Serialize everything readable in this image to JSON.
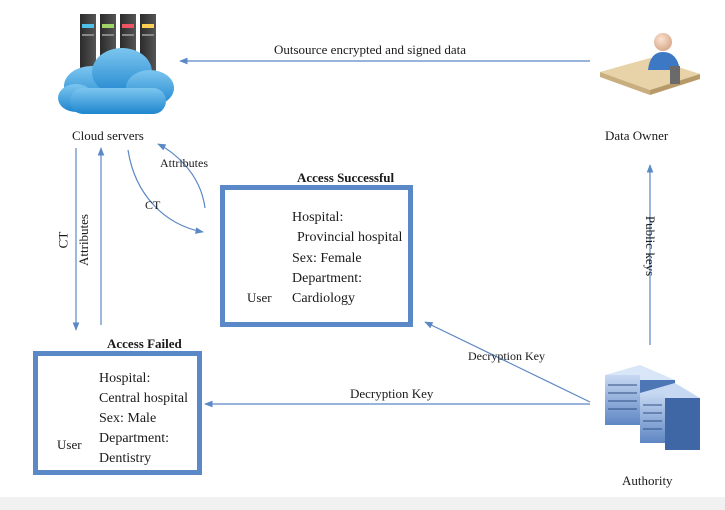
{
  "nodes": {
    "cloud_servers": "Cloud servers",
    "data_owner": "Data Owner",
    "authority": "Authority"
  },
  "edges": {
    "outsource": "Outsource encrypted and signed data",
    "attributes_upper": "Attributes",
    "ct_upper": "CT",
    "ct_left": "CT",
    "attributes_left": "Attributes",
    "public_keys": "Public keys",
    "decryption_key_upper": "Decryption Key",
    "decryption_key_lower": "Decryption Key"
  },
  "success_user": {
    "title": "Access Successful",
    "role": "User",
    "hospital_label": "Hospital:",
    "hospital_value": "Provincial hospital",
    "sex": "Sex:  Female",
    "department_label": "Department:",
    "department_value": "Cardiology"
  },
  "failed_user": {
    "title": "Access Failed",
    "role": "User",
    "hospital_label": "Hospital:",
    "hospital_value": "Central hospital",
    "sex": "Sex:  Male",
    "department_label": "Department:",
    "department_value": "Dentistry"
  }
}
